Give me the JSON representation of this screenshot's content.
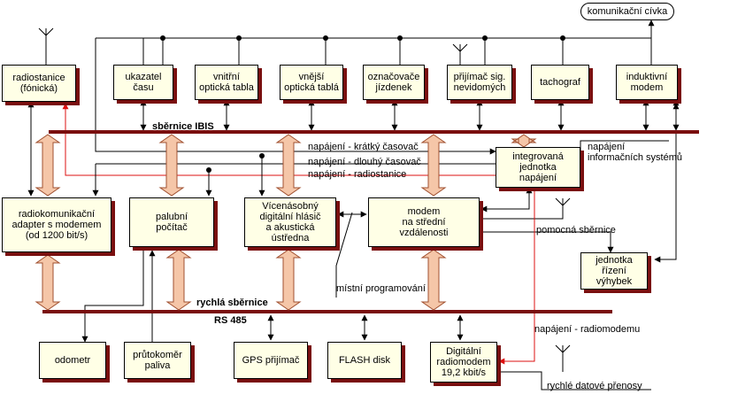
{
  "colors": {
    "bus": "#7a0f0f",
    "box_fill": "#ffffe6",
    "shadow": "#7a0f0f",
    "fat_arrow_fill": "#f5c6a8",
    "fat_arrow_stroke": "#a05030",
    "power_line": "#dd1111"
  },
  "boxes": {
    "radiostanice": "radiostanice\n(fónická)",
    "ukazatel": "ukazatel\nčasu",
    "vnitrni": "vnitřní\noptická tabla",
    "vnejsi": "vnější\noptická tablá",
    "oznacovace": "označovače\njízdenek",
    "prijimac": "přijímač sig.\nnevidomých",
    "tachograf": "tachograf",
    "induktivni": "induktivní\nmodem",
    "adapter": "radiokomunikační\nadapter s modemem\n(od 1200 bit/s)",
    "palubni": "palubní\npočítač",
    "hlasic": "Vícenásobný\ndigitální hlásič\na akustická\nústředna",
    "modem": "modem\nna střední\nvzdálenosti",
    "napajeni_jednotka": "integrovaná\njednotka\nnapájení",
    "vyhybky": "jednotka\nřízení\nvýhybek",
    "odometr": "odometr",
    "prutokomer": "průtokoměr\npaliva",
    "gps": "GPS přijímač",
    "flash": "FLASH disk",
    "radiomodem": "Digitální\nradiomodem\n19,2 kbit/s"
  },
  "labels": {
    "civka": "komunikační cívka",
    "ibis": "sběrnice IBIS",
    "napajeni_kratky": "napájení - krátký časovač",
    "napajeni_dlouhy": "napájení - dlouhý časovač",
    "napajeni_radio": "napájení - radiostanice",
    "napajeni_info": "napájení\ninformačních systémů",
    "pomocna": "pomocná sběrnice",
    "mistni": "místní programování",
    "rychla": "rychlá sběrnice",
    "rs485": "RS 485",
    "napajeni_radiomodemu": "napájení - radiomodemu",
    "rychle_prenosy": "rychlé datové přenosy"
  }
}
